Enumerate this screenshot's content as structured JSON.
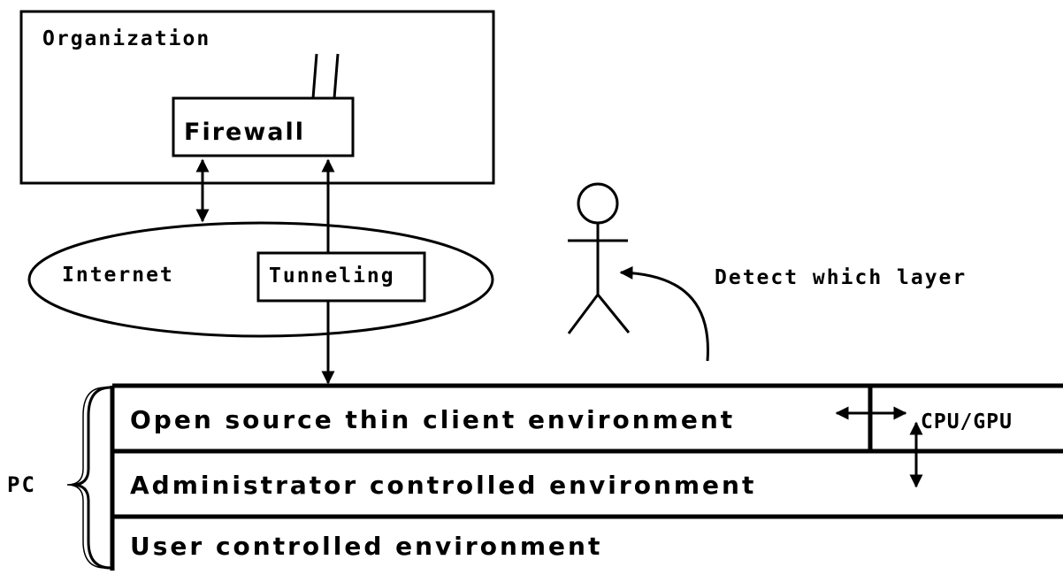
{
  "diagram": {
    "organization": {
      "label": "Organization"
    },
    "firewall": {
      "label": "Firewall"
    },
    "internet": {
      "label": "Internet"
    },
    "tunneling": {
      "label": "Tunneling"
    },
    "detect": {
      "label": "Detect which layer"
    },
    "pc": {
      "label": "PC",
      "layers": {
        "thin_client": "Open source thin client environment",
        "cpu_gpu": "CPU/GPU",
        "admin": "Administrator controlled environment",
        "user": "User controlled environment"
      }
    },
    "colors": {
      "stroke": "#000000",
      "background": "#ffffff"
    }
  }
}
